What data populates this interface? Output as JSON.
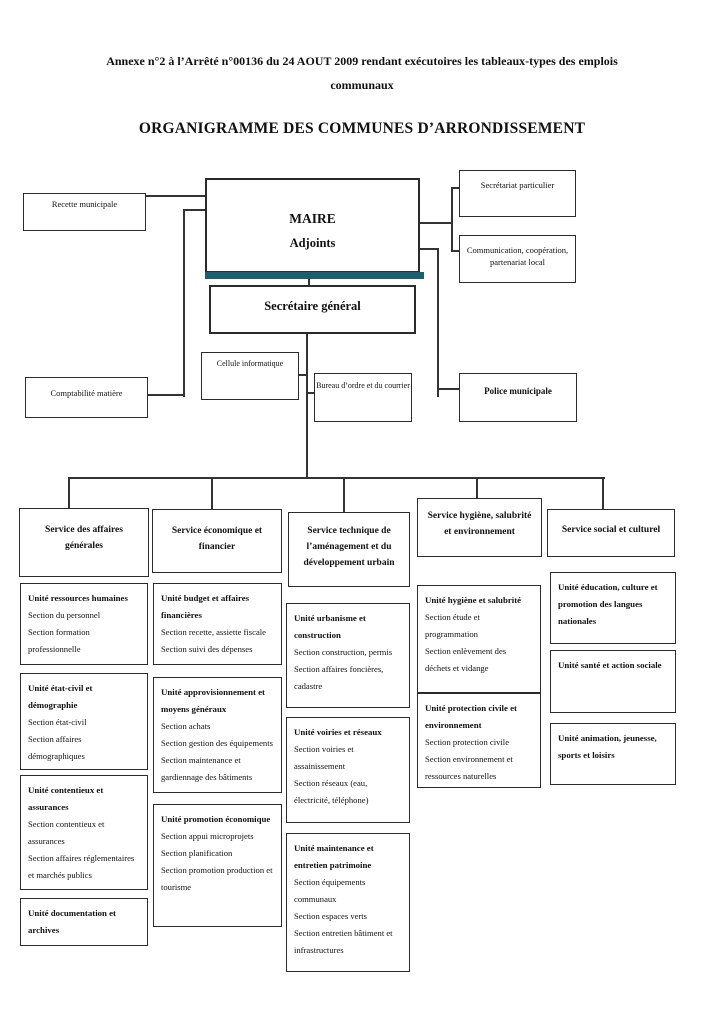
{
  "page": {
    "annex_line1": "Annexe n°2 à l’Arrêté n°00136 du 24 AOUT 2009 rendant exécutoires les tableaux-types des emplois",
    "annex_line2": "communaux",
    "title": "ORGANIGRAMME DES COMMUNES D’ARRONDISSEMENT"
  },
  "colors": {
    "maire_shadow": "#1d5e6e",
    "line": "#333333",
    "border": "#2b2b2b"
  },
  "top": {
    "recette": "Recette municipale",
    "maire_line1": "MAIRE",
    "maire_line2": "Adjoints",
    "secretariat_particulier": "Secrétariat particulier",
    "communication_line1": "Communication, coopération,",
    "communication_line2": "partenariat local",
    "secretaire_general": "Secrétaire général",
    "cellule_informatique": "Cellule informatique",
    "bureau_ordre": "Bureau d’ordre et du courrier",
    "comptabilite": "Comptabilité matière",
    "police": "Police municipale"
  },
  "services": [
    {
      "title": "Service des affaires générales",
      "units": [
        {
          "title": "Unité ressources humaines",
          "sections": [
            "Section du personnel",
            "Section formation professionnelle"
          ]
        },
        {
          "title": "Unité état-civil et démographie",
          "sections": [
            "Section état-civil",
            "Section affaires démographiques"
          ]
        },
        {
          "title": "Unité contentieux et assurances",
          "sections": [
            "Section contentieux et assurances",
            "Section affaires réglementaires",
            "et marchés publics"
          ]
        },
        {
          "title": "Unité documentation et archives",
          "sections": []
        }
      ]
    },
    {
      "title": "Service économique et financier",
      "units": [
        {
          "title": "Unité budget et affaires financières",
          "sections": [
            "Section recette, assiette fiscale",
            "Section suivi des dépenses"
          ]
        },
        {
          "title": "Unité approvisionnement et moyens généraux",
          "sections": [
            "Section achats",
            "Section gestion des équipements",
            "Section maintenance et gardiennage des bâtiments"
          ]
        },
        {
          "title": "Unité promotion économique",
          "sections": [
            "Section appui microprojets",
            "Section planification",
            "Section promotion production et tourisme"
          ]
        }
      ]
    },
    {
      "title": "Service technique de l’aménagement et du développement urbain",
      "units": [
        {
          "title": "Unité urbanisme et construction",
          "sections": [
            "Section construction, permis",
            "Section affaires foncières, cadastre"
          ]
        },
        {
          "title": "Unité voiries et réseaux",
          "sections": [
            "Section voiries et assainissement",
            "Section réseaux (eau, électricité, téléphone)"
          ]
        },
        {
          "title": "Unité maintenance et entretien patrimoine",
          "sections": [
            "Section équipements communaux",
            "Section espaces verts",
            "Section entretien bâtiment et infrastructures"
          ]
        }
      ]
    },
    {
      "title": "Service hygiène, salubrité et environnement",
      "units": [
        {
          "title": "Unité hygiène et salubrité",
          "sections": [
            "Section étude et programmation",
            "Section enlèvement des déchets et vidange"
          ]
        },
        {
          "title": "Unité protection civile et environnement",
          "sections": [
            "Section protection civile",
            "Section environnement et ressources naturelles"
          ]
        }
      ]
    },
    {
      "title": "Service social et culturel",
      "units": [
        {
          "title": "Unité éducation, culture et promotion des langues nationales",
          "sections": []
        },
        {
          "title": "Unité santé et action sociale",
          "sections": []
        },
        {
          "title": "Unité animation, jeunesse, sports et loisirs",
          "sections": []
        }
      ]
    }
  ]
}
